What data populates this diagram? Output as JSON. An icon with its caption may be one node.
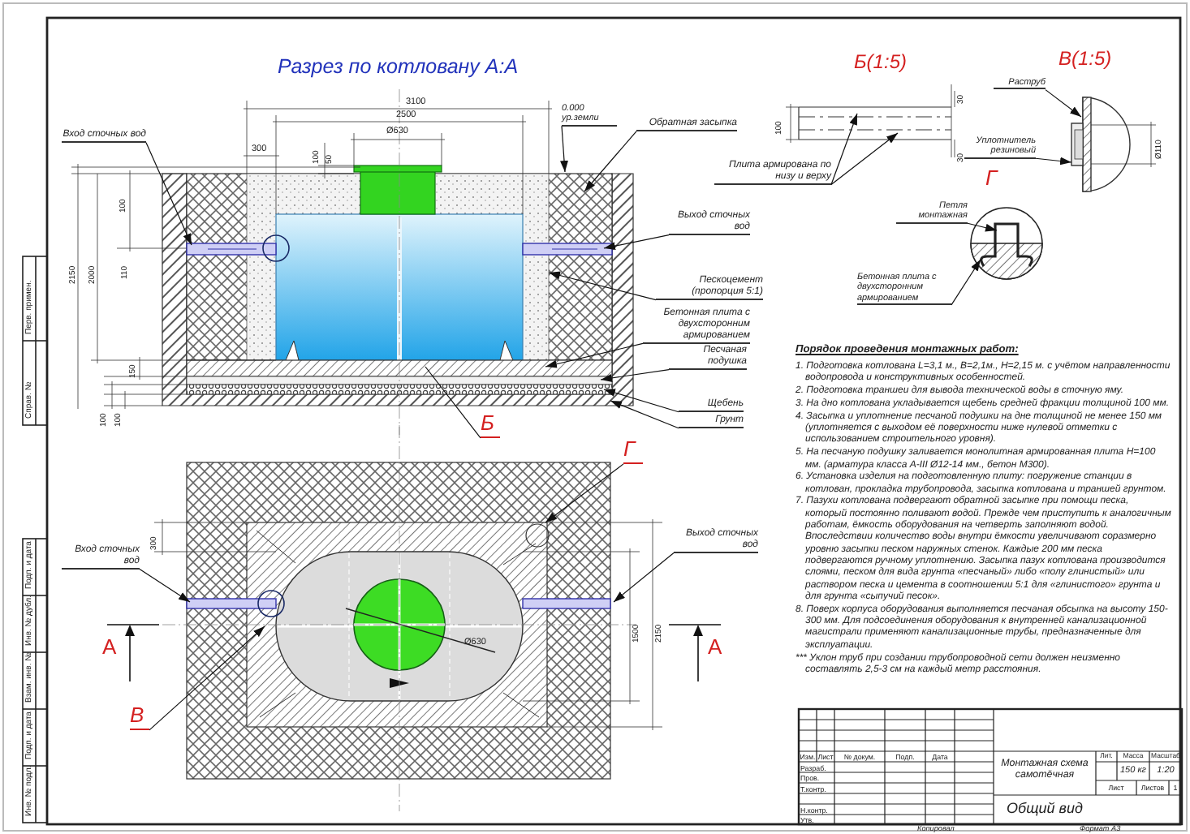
{
  "diagram": {
    "title": "Разрез по котловану А:А",
    "nodes": [
      {
        "text": [
          "Вход сточных вод"
        ]
      },
      {
        "text": [
          "0.000 ур.земли"
        ]
      },
      {
        "text": [
          "Обратная засыпка"
        ]
      },
      {
        "text": [
          "Выход сточных вод"
        ]
      },
      {
        "text": [
          "Пескоцемент (пропорция 5:1)"
        ]
      },
      {
        "text": [
          "Бетонная плита с двухсторонним армированием"
        ]
      },
      {
        "text": [
          "Песчаная подушка"
        ]
      },
      {
        "text": [
          "Щебень"
        ]
      },
      {
        "text": [
          "Грунт"
        ]
      },
      {
        "text": [
          "Б"
        ]
      },
      {
        "text": [
          "Г"
        ]
      },
      {
        "text": [
          "Вход сточных вод"
        ]
      },
      {
        "text": [
          "Выход сточных вод"
        ]
      },
      {
        "text": [
          "В"
        ]
      },
      {
        "text": [
          "Плита армирована по низу и верху"
        ]
      },
      {
        "text": [
          "Раструб"
        ]
      },
      {
        "text": [
          "Уплотнитель резиновый"
        ]
      },
      {
        "text": [
          "Петля монтажная"
        ]
      },
      {
        "text": [
          "Бетонная плита с двухсторонним армированием"
        ]
      }
    ],
    "edges": [
      {
        "from": 0,
        "to": null,
        "arrow": "to"
      },
      {
        "from": 1,
        "to": null,
        "arrow": "to"
      },
      {
        "from": 2,
        "to": null,
        "arrow": "to"
      },
      {
        "from": 3,
        "to": null,
        "arrow": "to"
      },
      {
        "from": 4,
        "to": null,
        "arrow": "to"
      },
      {
        "from": 5,
        "to": null,
        "arrow": "to"
      },
      {
        "from": 6,
        "to": null,
        "arrow": "to"
      },
      {
        "from": 7,
        "to": null,
        "arrow": "to"
      },
      {
        "from": 8,
        "to": null,
        "arrow": "to"
      },
      {
        "from": 9,
        "to": null,
        "arrow": "none"
      },
      {
        "from": 10,
        "to": null,
        "arrow": "to"
      },
      {
        "from": 11,
        "to": null,
        "arrow": "to"
      },
      {
        "from": 12,
        "to": null,
        "arrow": "to"
      },
      {
        "from": 13,
        "to": null,
        "arrow": "to"
      },
      {
        "from": 14,
        "to": null,
        "arrow": "to"
      },
      {
        "from": 14,
        "to": null,
        "arrow": "to"
      },
      {
        "from": 15,
        "to": null,
        "arrow": "to"
      },
      {
        "from": 16,
        "to": null,
        "arrow": "to"
      },
      {
        "from": 17,
        "to": null,
        "arrow": "to"
      },
      {
        "from": 18,
        "to": null,
        "arrow": "to"
      }
    ],
    "labels": [
      "3100",
      "2500",
      "Ø630",
      "300",
      "100",
      "50",
      "100",
      "2150",
      "2000",
      "110",
      "150",
      "100",
      "100",
      "А",
      "А",
      "300",
      "1500",
      "2150",
      "Ø630",
      "Б(1:5)",
      "100",
      "30",
      "30",
      "В(1:5)",
      "Ø110",
      "Г",
      "Порядок проведения монтажных работ:",
      "1. Подготовка котлована L=3,1 м., B=2,1м., H=2,15 м. с учётом направленности водопровода и конструктивных особенностей.",
      "2. Подготовка траншеи для вывода технической воды в сточную яму.",
      "3. На дно котлована укладывается щебень средней фракции толщиной 100 мм.",
      "4. Засыпка и уплотнение песчаной подушки на дне толщиной не менее 150 мм (уплотняется с выходом её поверхности ниже нулевой отметки с использованием строительного уровня).",
      "5. На песчаную подушку заливается монолитная армированная плита H=100 мм. (арматура класса А-III Ø12-14 мм., бетон М300).",
      "6. Установка изделия на подготовленную плиту: погружение станции в котлован, прокладка трубопровода, засыпка котлована и траншей грунтом.",
      "7. Пазухи котлована подвергают обратной засыпке при помощи песка, который постоянно поливают водой. Прежде чем приступить к аналогичным работам, ёмкость оборудования на четверть заполняют водой. Впоследствии количество воды внутри ёмкости увеличивают соразмерно уровню засыпки песком наружных стенок. Каждые 200 мм песка подвергаются ручному уплотнению. Засыпка пазух котлована производится слоями, песком для вида грунта «песчаный» либо «полу глинистый» или раствором песка и цемента в соотношении 5:1 для «глинистого» грунта и для грунта «сыпучий песок».",
      "8. Поверх корпуса оборудования выполняется песчаная обсыпка на высоту 150-300 мм. Для подсоединения оборудования к внутренней канализационной магистрали применяют канализационные трубы, предназначенные для эксплуатации.",
      "*** Уклон труб при создании трубопроводной сети должен неизменно составлять 2,5-3 см на каждый метр расстояния.",
      "Изм.",
      "Лист",
      "№ докум.",
      "Подп.",
      "Дата",
      "Разраб.",
      "Пров.",
      "Т.контр.",
      "Н.контр.",
      "Утв.",
      "Монтажная схема самотёчная",
      "Лит.",
      "Масса",
      "Масштаб",
      "150 кг",
      "1:20",
      "Лист",
      "Листов",
      "1",
      "Общий вид",
      "Копировал",
      "Формат А3",
      "Перв. примен.",
      "Справ. №",
      "Подп. и дата",
      "Инв. № дубл.",
      "Взам. инв. №",
      "Подп. и дата",
      "Инв. № подл."
    ]
  }
}
